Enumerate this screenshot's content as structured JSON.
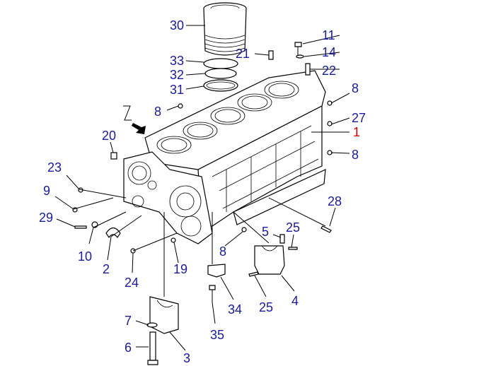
{
  "diagram": {
    "callouts": {
      "c30": "30",
      "c33": "33",
      "c32": "32",
      "c31": "31",
      "c21": "21",
      "c11": "11",
      "c14": "14",
      "c22": "22",
      "c8a": "8",
      "c27": "27",
      "c1": "1",
      "c8b": "8",
      "c8c": "8",
      "c20": "20",
      "c23": "23",
      "c9": "9",
      "c29": "29",
      "c10": "10",
      "c2": "2",
      "c24": "24",
      "c19": "19",
      "c8d": "8",
      "c5": "5",
      "c25a": "25",
      "c28": "28",
      "c4": "4",
      "c25b": "25",
      "c34": "34",
      "c35": "35",
      "c7": "7",
      "c6": "6",
      "c3": "3"
    },
    "colors": {
      "callout": "#1a1aa0",
      "highlight": "#d40000",
      "line": "#000000"
    }
  }
}
